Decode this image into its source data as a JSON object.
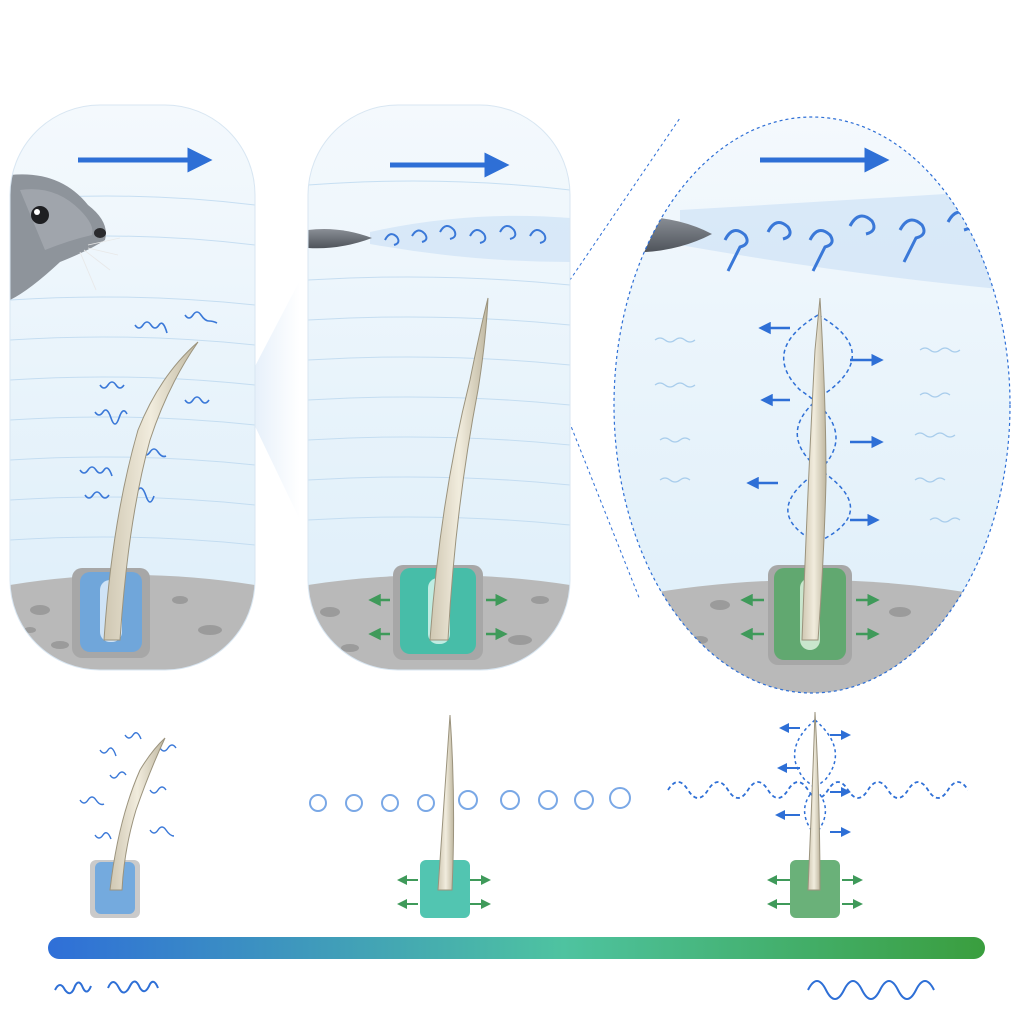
{
  "panels": [
    {
      "id": "seal-whisker-turbulent",
      "theme": "#4a86d6"
    },
    {
      "id": "whisker-steady-wake",
      "theme": "#1fa38f"
    },
    {
      "id": "whisker-resonant-wake",
      "theme": "#3f9a5a"
    }
  ],
  "icons": [
    "flow-arrow-icon",
    "seal-head-icon",
    "fish-icon",
    "vortex-icon",
    "whisker-icon",
    "follicle-icon",
    "displacement-arrow-icon"
  ],
  "colors": {
    "flow": "#2e6fd6",
    "water": "#eaf4fb",
    "sediment": "#b9b9b9",
    "follicle_blue": "#6aa6e0",
    "follicle_teal": "#3fbfa8",
    "follicle_green": "#5aa86a",
    "gradient_start": "#2f6fd8",
    "gradient_mid": "#4ec3a0",
    "gradient_end": "#3a9e3e"
  }
}
